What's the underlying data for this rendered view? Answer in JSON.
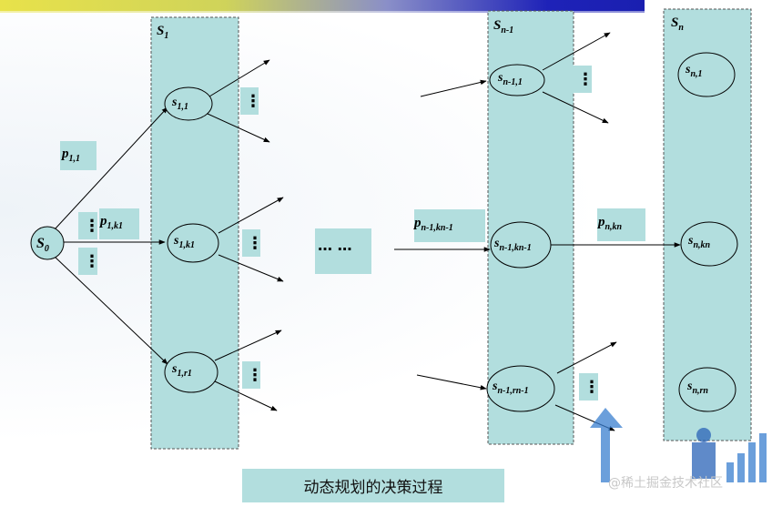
{
  "stages": [
    {
      "id": "S1",
      "base": "S",
      "sub": "1"
    },
    {
      "id": "Sn-1",
      "base": "S",
      "sub": "n-1"
    },
    {
      "id": "Sn",
      "base": "S",
      "sub": "n"
    }
  ],
  "nodes": {
    "s0": {
      "base": "S",
      "sub": "0"
    },
    "s11": {
      "base": "s",
      "sub": "1,1"
    },
    "s1k": {
      "base": "s",
      "sub": "1,k1"
    },
    "s1r": {
      "base": "s",
      "sub": "1,r1"
    },
    "sn11": {
      "base": "s",
      "sub": "n-1,1"
    },
    "sn1k": {
      "base": "s",
      "sub": "n-1,kn-1"
    },
    "sn1r": {
      "base": "s",
      "sub": "n-1,rn-1"
    },
    "sn1": {
      "base": "s",
      "sub": "n,1"
    },
    "snk": {
      "base": "s",
      "sub": "n,kn"
    },
    "snr": {
      "base": "s",
      "sub": "n,rn"
    }
  },
  "edge_labels": {
    "p11": {
      "base": "p",
      "sub": "1,1"
    },
    "p1k": {
      "base": "p",
      "sub": "1,k1"
    },
    "pn1k": {
      "base": "p",
      "sub": "n-1,kn-1"
    },
    "pnk": {
      "base": "p",
      "sub": "n,kn"
    }
  },
  "ellipsis": "… …",
  "dots": "⋮",
  "caption": "动态规划的决策过程",
  "watermark": "@稀土掘金技术社区",
  "colors": {
    "column_fill": "#b2dede",
    "line": "#000000"
  }
}
